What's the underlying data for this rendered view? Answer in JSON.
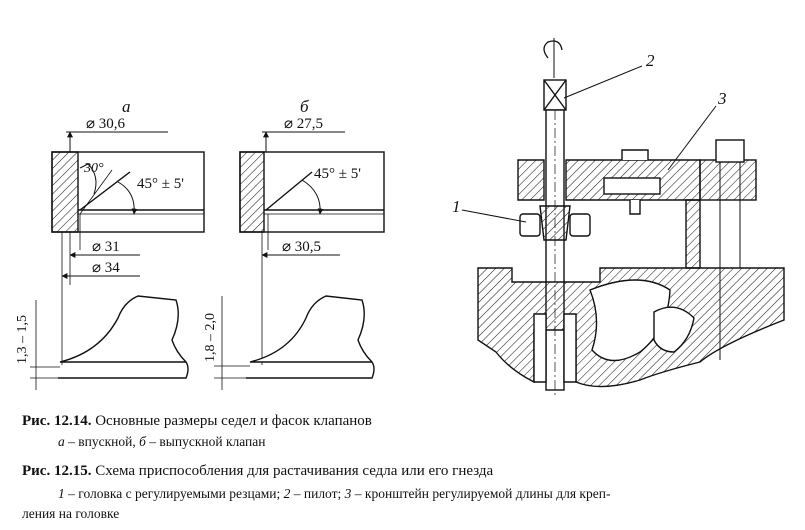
{
  "figure_a": {
    "label": "а",
    "d_top": "⌀ 30,6",
    "angle_30": "30°",
    "angle_45": "45° ± 5'",
    "d_31": "⌀ 31",
    "d_34": "⌀ 34",
    "height": "1,3 – 1,5"
  },
  "figure_b": {
    "label": "б",
    "d_top": "⌀ 27,5",
    "angle_45": "45° ± 5'",
    "d_30_5": "⌀ 30,5",
    "height": "1,8 – 2,0"
  },
  "figure_c": {
    "callout_1": "1",
    "callout_2": "2",
    "callout_3": "3"
  },
  "caption_1": {
    "number": "Рис. 12.14.",
    "title": " Основные размеры седел и фасок клапанов",
    "a_key": "а",
    "a_text": " – впускной, ",
    "b_key": "б",
    "b_text": " – выпускной клапан"
  },
  "caption_2": {
    "number": "Рис. 12.15.",
    "title": " Схема приспособления для растачивания седла или его гнезда",
    "k1": "1",
    "t1": " – головка с регулируемыми резцами; ",
    "k2": "2",
    "t2": " – пилот; ",
    "k3": "3",
    "t3": " – кронштейн регулируемой длины для креп-",
    "line2": "ления на головке"
  }
}
